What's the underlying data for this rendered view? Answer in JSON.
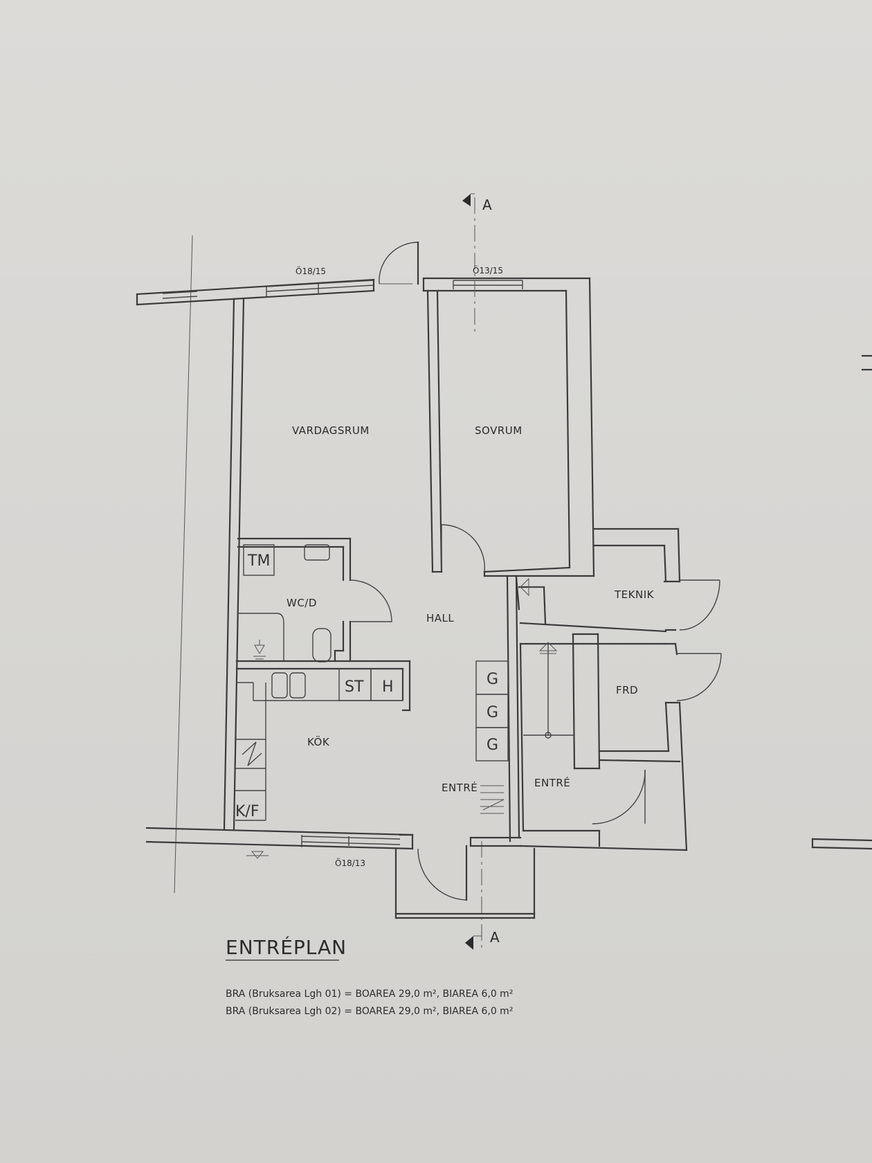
{
  "rooms": {
    "vardagsrum": "VARDAGSRUM",
    "sovrum": "SOVRUM",
    "wc": "WC/D",
    "hall": "HALL",
    "kok": "KÖK",
    "teknik": "TEKNIK",
    "frd": "FRD",
    "entre_left": "ENTRÉ",
    "entre_right": "ENTRÉ"
  },
  "windows": {
    "top_left": "Ö18/15",
    "top_right": "Ö13/15",
    "bottom": "Ö18/13"
  },
  "fixtures": {
    "tm": "TM",
    "st": "ST",
    "h": "H",
    "g1": "G",
    "g2": "G",
    "g3": "G",
    "kf": "K/F"
  },
  "section_marker": {
    "top": "A",
    "bottom": "A"
  },
  "plan_title": "ENTRÉPLAN",
  "area_notes": [
    "BRA (Bruksarea Lgh 01) = BOAREA 29,0 m², BIAREA 6,0 m²",
    "BRA (Bruksarea Lgh 02) = BOAREA 29,0 m², BIAREA 6,0 m²"
  ]
}
